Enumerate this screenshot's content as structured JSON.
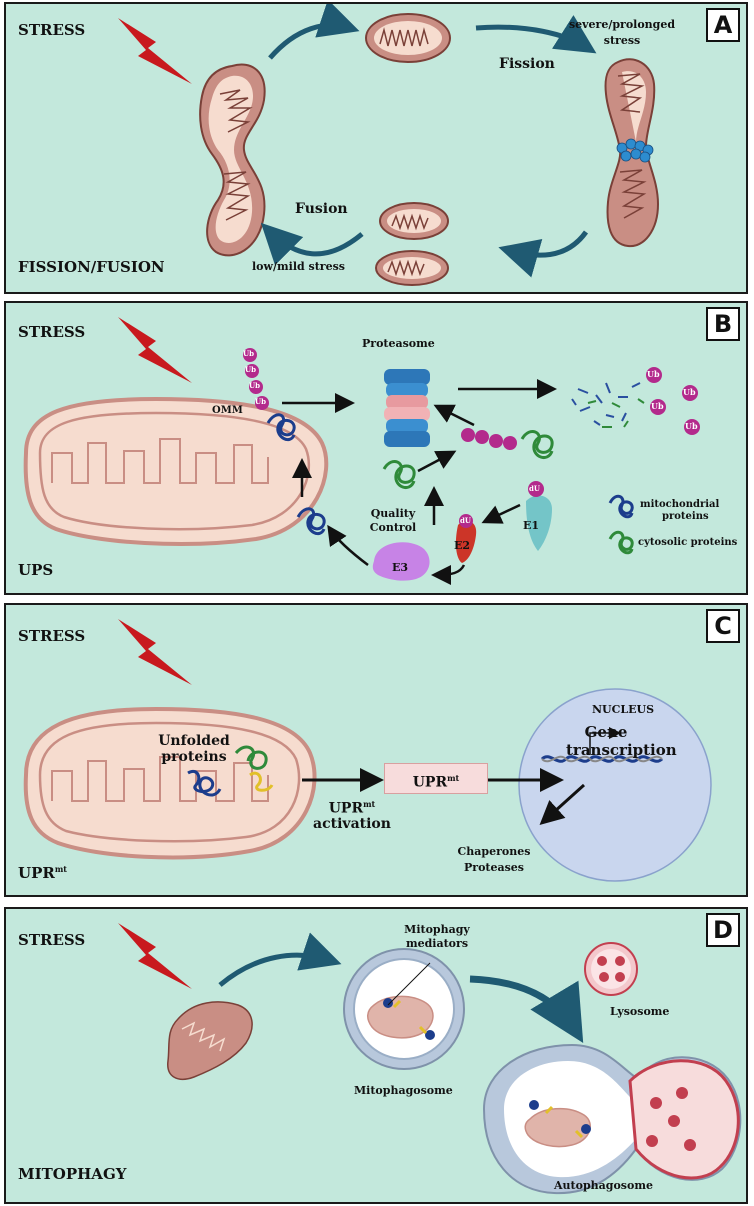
{
  "panels": {
    "a": {
      "letter": "A",
      "stress": "STRESS",
      "severe": "severe/prolonged",
      "severe2": "stress",
      "fission": "Fission",
      "fusion": "Fusion",
      "low": "low/mild stress",
      "title": "FISSION/FUSION"
    },
    "b": {
      "letter": "B",
      "stress": "STRESS",
      "proteasome": "Proteasome",
      "omm": "OMM",
      "ub": "Ub",
      "du": "dU",
      "qc1": "Quality",
      "qc2": "Control",
      "e1": "E1",
      "e2": "E2",
      "e3": "E3",
      "legend_mito1": "mitochondrial",
      "legend_mito2": "proteins",
      "legend_cyto": "cytosolic proteins",
      "title": "UPS"
    },
    "c": {
      "letter": "C",
      "stress": "STRESS",
      "unfolded1": "Unfolded",
      "unfolded2": "proteins",
      "upr": "UPR",
      "upr_sup": "mt",
      "activation": "activation",
      "nucleus": "NUCLEUS",
      "gene1": "Gene",
      "gene2": "transcription",
      "chaperones": "Chaperones",
      "proteases": "Proteases",
      "title": "UPR",
      "title_sup": "mt"
    },
    "d": {
      "letter": "D",
      "stress": "STRESS",
      "mediators1": "Mitophagy",
      "mediators2": "mediators",
      "lysosome": "Lysosome",
      "mitophagosome": "Mitophagosome",
      "autophagosome": "Autophagosome",
      "title": "MITOPHAGY"
    }
  },
  "colors": {
    "panel_bg": "#c3e8dc",
    "lightning": "#c8191e",
    "mito_fill": "#c98e84",
    "mito_inner": "#f6dccf",
    "mito_outline": "#7a4038",
    "arrow_teal": "#1f5a72",
    "ubiquitin": "#b32a8c",
    "proteasome_blue": "#2d77b8",
    "proteasome_pink": "#e79a9f",
    "nucleus": "#c9d6ee",
    "e1": "#74c5c8",
    "e2": "#cc3528",
    "e3": "#c783e6"
  }
}
